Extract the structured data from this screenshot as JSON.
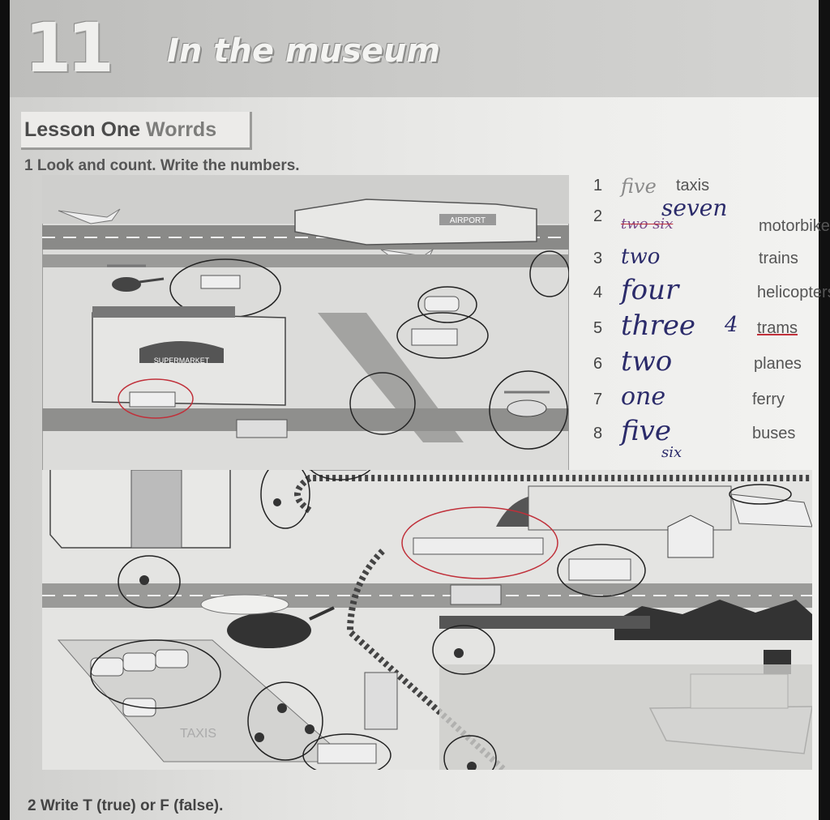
{
  "header": {
    "unit_number": "11",
    "unit_title": "In the museum"
  },
  "lesson": {
    "title": "Lesson One",
    "subtitle": "Worrds"
  },
  "exercise1": {
    "instruction": "1 Look and count. Write the numbers.",
    "items": [
      {
        "number": "1",
        "answer": "five",
        "word": "taxis"
      },
      {
        "number": "2",
        "answer": "seven",
        "crossed": "two six",
        "word": "motorbikes"
      },
      {
        "number": "3",
        "answer": "two",
        "word": "trains"
      },
      {
        "number": "4",
        "answer": "four",
        "word": "helicopters"
      },
      {
        "number": "5",
        "answer": "three",
        "correction": "4",
        "word": "trams"
      },
      {
        "number": "6",
        "answer": "two",
        "word": "planes"
      },
      {
        "number": "7",
        "answer": "one",
        "word": "ferry"
      },
      {
        "number": "8",
        "answer": "five",
        "correction": "six",
        "word": "buses"
      }
    ]
  },
  "illustration": {
    "airport_sign": "AIRPORT",
    "supermarket_sign": "SUPERMARKET",
    "taxi_sign": "TAXIS"
  },
  "exercise2": {
    "instruction": "2 Write T (true) or F (false)."
  },
  "colors": {
    "pen_blue": "#2b2b6a",
    "teacher_red": "#c0303a"
  }
}
